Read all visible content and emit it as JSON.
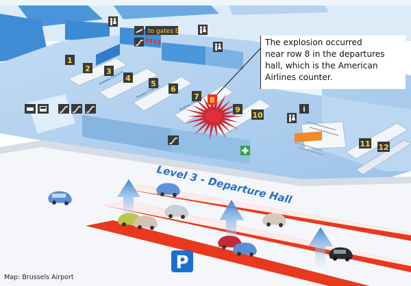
{
  "gates_sign": "to gates B",
  "hall_label": "Level 3 - Departure Hall",
  "callout": {
    "lines": [
      "The explosion occurred",
      "near row 8 in the departures",
      "hall, which is the American",
      "Airlines counter."
    ]
  },
  "credit": "Map: Brussels Airport",
  "parking_label": "P",
  "counter_rows": [
    {
      "number": "1",
      "caption": ""
    },
    {
      "number": "2",
      "caption": ""
    },
    {
      "number": "3",
      "caption": "Express Check-in"
    },
    {
      "number": "4",
      "caption": ""
    },
    {
      "number": "5",
      "caption": "Express Check-in"
    },
    {
      "number": "6",
      "caption": ""
    },
    {
      "number": "7",
      "caption": "Express Check-in"
    },
    {
      "number": "8",
      "caption": ""
    },
    {
      "number": "9",
      "caption": ""
    },
    {
      "number": "10",
      "caption": ""
    },
    {
      "number": "11",
      "caption": ""
    },
    {
      "number": "12",
      "caption": ""
    }
  ],
  "colors": {
    "floor": "#a9cbee",
    "floor_light": "#d8e8f8",
    "glass": "#3d8fd6",
    "road": "#f4f6f9",
    "lane": "#e8381e",
    "explosion": "#c8202a",
    "sign_dark": "#3a3a3a",
    "hall_text": "#2a6fc4",
    "parking": "#1b6fd0",
    "help_green": "#2aa84a"
  },
  "icons": [
    "restroom-icon",
    "departures-icon",
    "escalator-icon",
    "bus-icon",
    "taxi-icon",
    "first-aid-icon",
    "parking-icon",
    "info-icon"
  ]
}
